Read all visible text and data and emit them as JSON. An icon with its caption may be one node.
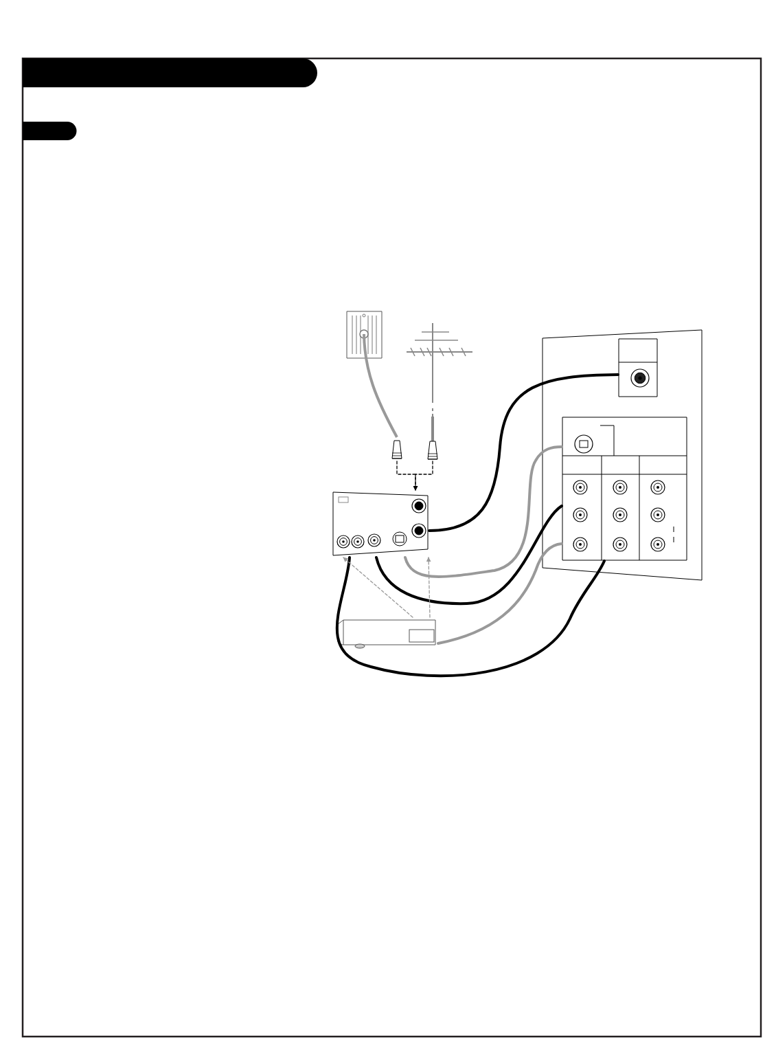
{
  "diagram": {
    "nodes": [
      {
        "text": [],
        "shape": "box"
      },
      {
        "text": [],
        "shape": "antenna"
      },
      {
        "text": [],
        "shape": "box"
      },
      {
        "text": [],
        "shape": "board"
      },
      {
        "text": [],
        "shape": "box",
        "in": 3
      },
      {
        "text": [],
        "shape": "box",
        "in": 3
      },
      {
        "text": [],
        "shape": "box"
      }
    ],
    "edges": [
      {
        "from": 0,
        "to": 2,
        "arrow": "to",
        "style": "dashed"
      },
      {
        "from": 1,
        "to": 2,
        "arrow": "to",
        "style": "dashed"
      },
      {
        "from": 2,
        "to": 4,
        "arrow": "none"
      },
      {
        "from": 2,
        "to": 5,
        "arrow": "none",
        "color": "#999999"
      },
      {
        "from": 2,
        "to": 5,
        "arrow": "none"
      },
      {
        "from": 2,
        "to": 5,
        "arrow": "none"
      },
      {
        "from": 6,
        "to": 5,
        "arrow": "none",
        "color": "#999999"
      },
      {
        "from": 6,
        "to": 2,
        "arrow": "to",
        "style": "dashed",
        "color": "#999999"
      },
      {
        "from": 6,
        "to": 2,
        "arrow": "to",
        "style": "dashed",
        "color": "#999999"
      }
    ]
  }
}
